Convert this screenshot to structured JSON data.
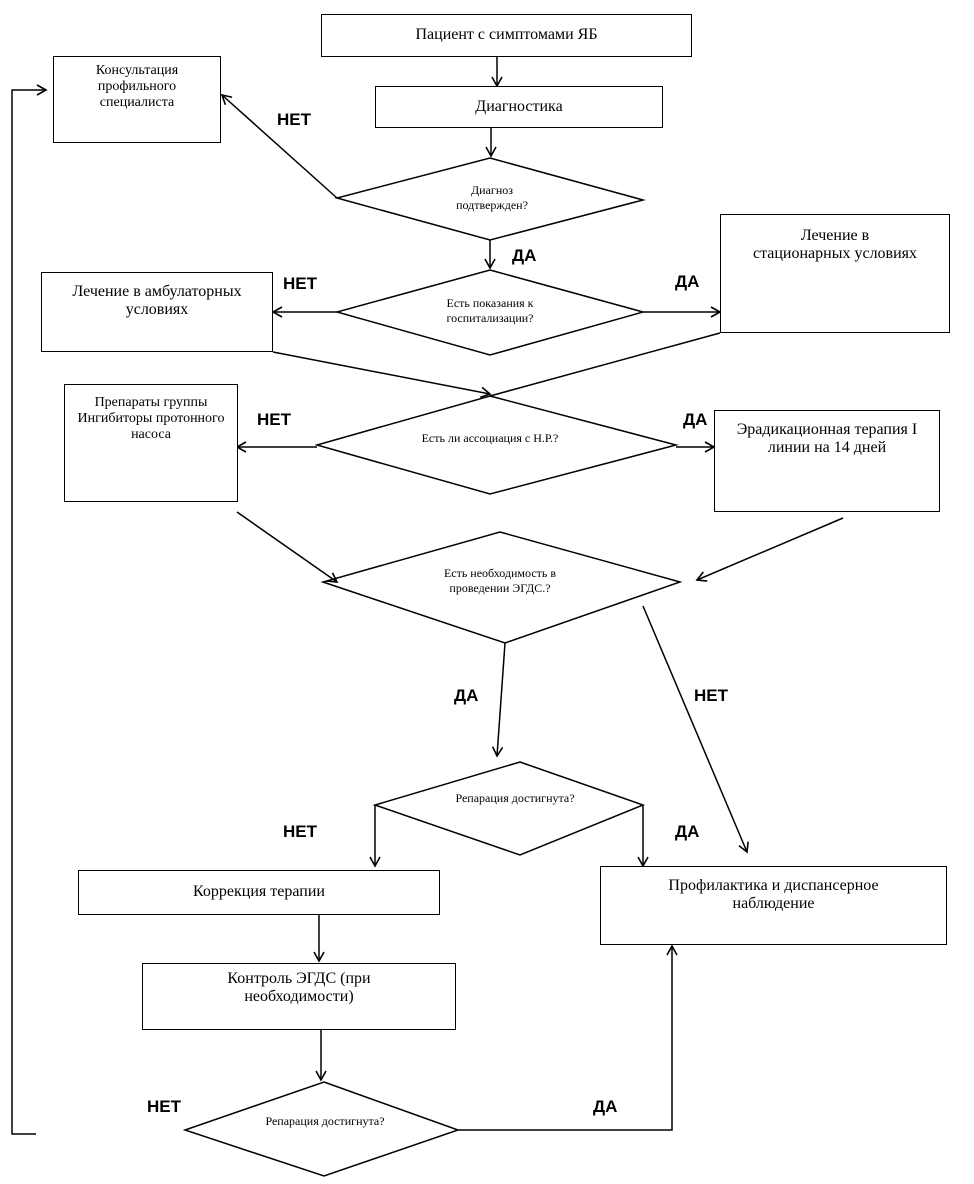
{
  "nodes": {
    "patient": "Пациент с симптомами ЯБ",
    "diagnostics": "Диагностика",
    "consultation": "Консультация профильного специалиста",
    "diagnosis_confirmed": "Диагноз подтвержден?",
    "hospitalization_indicated": "Есть показания к госпитализации?",
    "outpatient_treatment": "Лечение в амбулаторных условиях",
    "inpatient_treatment": "Лечение в стационарных условиях",
    "ppi_drugs": "Препараты группы Ингибиторы протонного насоса",
    "hp_association": "Есть ли ассоциация с Н.Р.?",
    "eradication": "Эрадикационная терапия I линии на 14 дней",
    "egds_needed": "Есть необходимость в проведении ЭГДС.?",
    "repair_achieved_1": "Репарация достигнута?",
    "therapy_correction": "Коррекция терапии",
    "prophylaxis": "Профилактика и диспансерное наблюдение",
    "egds_control": "Контроль ЭГДС (при необходимости)",
    "repair_achieved_2": "Репарация достигнута?"
  },
  "labels": {
    "yes": "ДА",
    "no": "НЕТ"
  }
}
